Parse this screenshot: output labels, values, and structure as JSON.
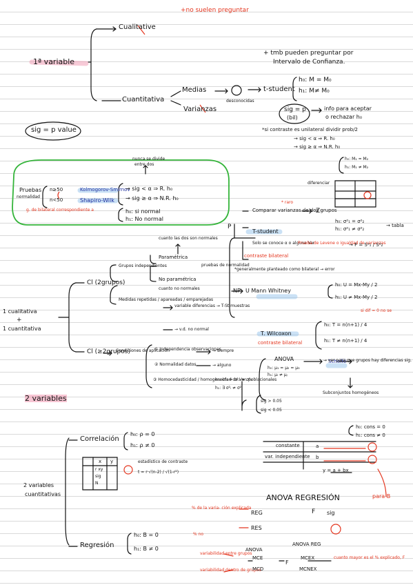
{
  "header": {
    "red_note": "+no suelen preguntar"
  },
  "primera": {
    "label": "1ª variable",
    "cualitativa": "Cualitative",
    "cuantitativa": "Cuantitativa",
    "medias": "Medias",
    "varianzas": "Varianzas",
    "desconocidas": "desconocidas",
    "tstudent": "t-student",
    "h0": "h₀: M = M₀",
    "h1": "h₁: M≠ M₀",
    "ic_note_1": "+ tmb pueden preguntar por",
    "ic_note_2": "Intervalo de Confianza.",
    "sig_p": "sig = p",
    "bil": "(bil)",
    "info_1": "info para aceptar",
    "info_2": "o rechazar h₀",
    "unilateral": "*si contraste es unilateral dividir prob/2",
    "rule_accept": "→ sig < α ⇒ R. h₀",
    "rule_reject": "→ sig ≥ α ⇒ N.R. h₀",
    "sig_pvalue": "sig = p value"
  },
  "normalidad": {
    "nunca": "nunca se divide",
    "entre_dos": "entre dos",
    "pruebas": "Pruebas",
    "normalidad": "normalidad",
    "n50": "n≥50",
    "n_lt50": "n<50",
    "kolmogorov": "Kolmogorov-Smirnov",
    "shapiro": "Shapiro-Wilk",
    "red_note": "g. de bilateral correspondiente a",
    "rule1": "→ sig < α ⇒ R. h₀",
    "rule2": "→ sig ≥ α ⇒ N.R. h₀",
    "h0": "h₀: si normal",
    "h1": "h₁: No normal"
  },
  "comparacion": {
    "ci_2": "Cl (2grupos)",
    "ci_mas2": "Cl (≥2grupos)",
    "cualitativa": "1 cualitativa",
    "plus": "+",
    "cuantitativa": "1 cuantitativa",
    "grupos_indep": "Grupos independientes",
    "medidas_rep": "Medidas repetidas / apareadas / emparejadas",
    "parametrica": "Paramétrica",
    "no_parametrica": "No paramétrica",
    "cuanto_normales": "cuanto las dos son normales",
    "cuanto_no_normales": "cuanto no normales",
    "pruebas_normalidad": "pruebas de normalidad",
    "p": "P",
    "np": "NP",
    "comparar_var": "Comparar varianzas de dos grupos",
    "raro": "* raro",
    "z": "Z",
    "tstudent": "T-student",
    "solo_cuando": "Solo se conoce α o alguna Var",
    "prueba_levene": "Prueba de Levene o igualdad de varianzas",
    "contraste_bilateral": "contraste bilateral",
    "generalmente": "*generalmente planteado como bilateral → error",
    "manwhitney": "U Mann Whitney",
    "variable_dif": "variable diferencias → T-St muestras",
    "np_var": "→ v.d. no normal",
    "wilcoxon": "T. Wilcoxon",
    "contraste_bil2": "contraste bilateral",
    "h0_var": "h₀: σ²₁ = σ²₂",
    "h1_var": "h₁: σ²₁ ≠ σ²₂",
    "tabla": "→ tabla",
    "f_ratio": "→ F = S²₁ / S²₂",
    "h0_m": "h₀: U = Mx-My / 2",
    "h1_m": "h₁: U ≠ Mx-My / 2",
    "si_dif": "si dif = 0 no se",
    "h0_t": "h₀: T = n(n+1) / 4",
    "h1_t": "h₁: T ≠ n(n+1) / 4",
    "condiciones": "Condiciones de aplicación",
    "independencia": "① Independencia observaciones",
    "normalidad": "② Normalidad datos",
    "homoced": "③ Homocedasticidad / homogeneidad de Var. poblacionales",
    "h0_h": "h₀: σ²₁ = σ²₂ = σ²₃",
    "h1_h": "h₁: ∃ σ²ᵢ ≠ σ²ⱼ",
    "siempre": "→ siempre",
    "alguno": "→ alguno",
    "anova": "ANOVA",
    "scheffe": "Scheffé",
    "h0_anova": "h₀: μ₁ = μ₂ = μ₃",
    "h1_anova": "h₁: μᵢ ≠ μⱼ",
    "subconj": "Subconjuntos homogéneos",
    "sig_grande": "sig > 0.05",
    "sig_peque": "sig < 0.05",
    "ver_par": "→ ver para que grupos hay diferencias sig.",
    "diferenciar": "diferenciar",
    "h0_ds": "h₀: M₁ = M₂",
    "h1_ds": "h₁: M₁ ≠ M₂"
  },
  "segunda": {
    "label": "2 variables",
    "dos_cuant_1": "2 variables",
    "dos_cuant_2": "cuantitativas",
    "correlacion": "Correlación",
    "h0_r": "h₀: ρ = 0",
    "h1_r": "h₁: ρ ≠ 0",
    "matrix_x": "x",
    "matrix_y": "y",
    "corr_val": "r xy",
    "sig": "sig",
    "n": "N",
    "estadistico": "estadístico de contraste",
    "formula": "t = r·√(n-2) / √(1-r²)",
    "regresion": "Regresión",
    "h0_b": "h₀: B = 0",
    "h1_b": "h₁: B ≠ 0",
    "h0_c": "h₀: cons = 0",
    "h1_c": "h₁: cons ≠ 0",
    "constante": "constante",
    "var_indep": "var. independiente",
    "col_a": "a",
    "col_b": "b",
    "ymodel": "y = a + bx",
    "anova_reg": "ANOVA REGRESIÓN",
    "f": "F",
    "reg": "REG",
    "res": "RES",
    "para_b": "para B",
    "red_reg": "% de la varia- ción explicada",
    "red_res": "% no",
    "var_entre": "variabilidad entre grupos",
    "var_dentro": "variabilidad dentro de grupos",
    "mce": "MCE",
    "mcd": "MCD",
    "anova_small": "ANOVA",
    "anova_reg_small": "ANOVA REG",
    "mcex": "MCEX",
    "mcnex": "MCNEX",
    "reg_note": "cuanto mayor es el % explicado, F"
  }
}
